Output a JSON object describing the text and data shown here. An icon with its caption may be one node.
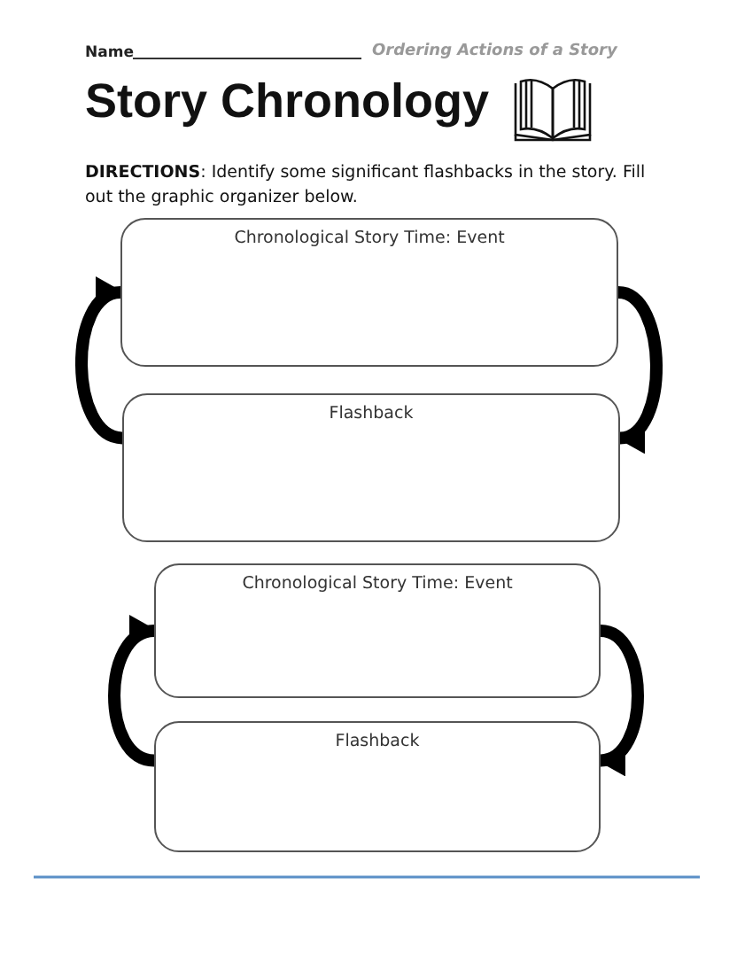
{
  "diagram": {
    "title": "Story Chronology",
    "nodes": [
      {
        "text": [
          "Chronological Story Time: Event"
        ]
      },
      {
        "text": [
          "Flashback"
        ]
      },
      {
        "text": [
          "Chronological Story Time: Event"
        ]
      },
      {
        "text": [
          "Flashback"
        ]
      }
    ],
    "edges": [
      {
        "from": 1,
        "to": 0,
        "arrow": "to"
      },
      {
        "from": 0,
        "to": 1,
        "arrow": "to"
      },
      {
        "from": 3,
        "to": 2,
        "arrow": "to"
      },
      {
        "from": 2,
        "to": 3,
        "arrow": "to"
      }
    ],
    "labels": [
      "Name",
      "Ordering Actions of a Story",
      "**DIRECTIONS**: Identify some significant flashbacks in the story. Fill out the graphic organizer below."
    ]
  }
}
